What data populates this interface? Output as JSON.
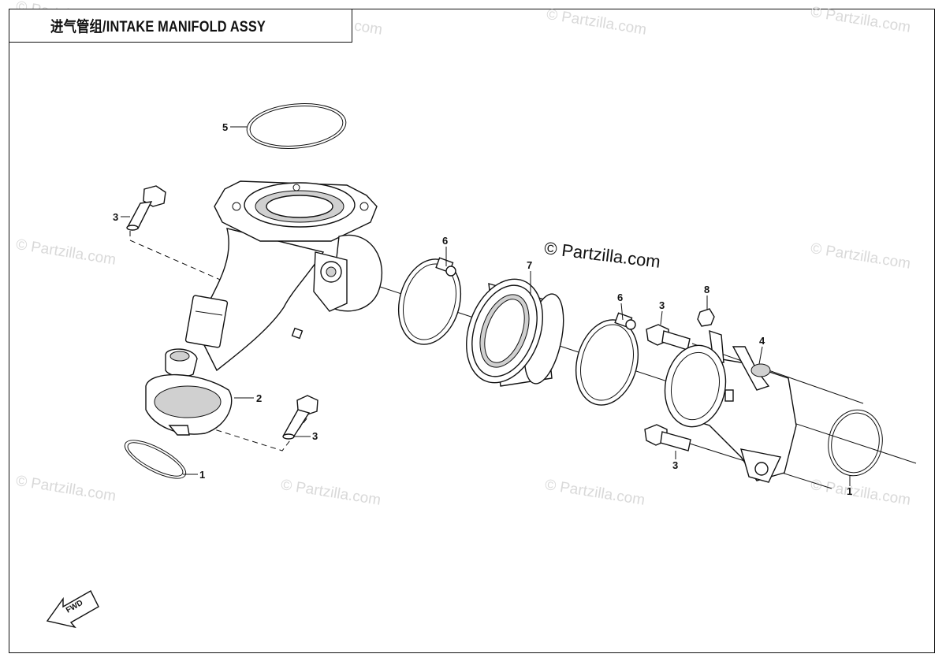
{
  "title": "进气管组/INTAKE MANIFOLD ASSY",
  "copyright": "© Partzilla.com",
  "watermark": "© Partzilla.com",
  "callouts": [
    "1",
    "1",
    "2",
    "3",
    "3",
    "3",
    "3",
    "4",
    "5",
    "6",
    "6",
    "7",
    "8"
  ],
  "fwd_label": "FWD"
}
